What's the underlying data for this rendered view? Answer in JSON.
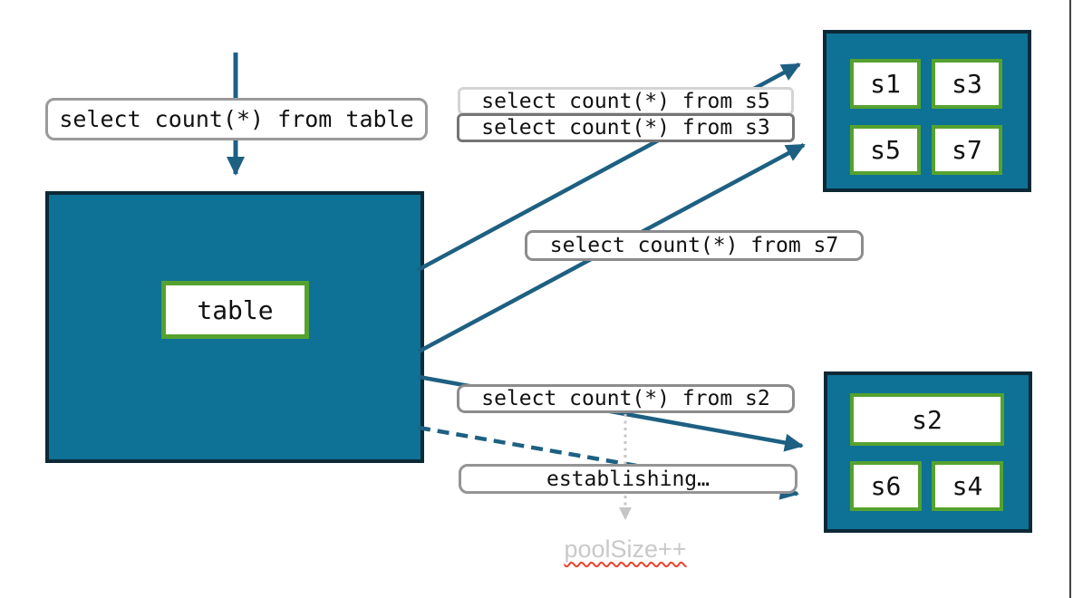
{
  "queries": {
    "table": "select count(*) from table",
    "s5": "select count(*) from s5",
    "s3": "select count(*) from s3",
    "s7": "select count(*) from s7",
    "s2": "select count(*) from s2"
  },
  "status": {
    "establishing": "establishing…",
    "pool_size": "poolSize++"
  },
  "table_box": {
    "label": "table"
  },
  "shards": {
    "top": [
      "s1",
      "s3",
      "s5",
      "s7"
    ],
    "bottom": [
      "s2",
      "s6",
      "s4"
    ]
  },
  "colors": {
    "teal_fill": "#0e7196",
    "dark_border": "#0d2936",
    "green_border": "#55a22f",
    "arrow_blue": "#1d6082",
    "label_border_gray": "#8c8c8c",
    "label_border_light": "#d4d4d4",
    "muted_text": "#c9c9c9",
    "spellcheck_squiggle": "#e8442e",
    "dotted_arrow_gray": "#c6c6c6"
  }
}
